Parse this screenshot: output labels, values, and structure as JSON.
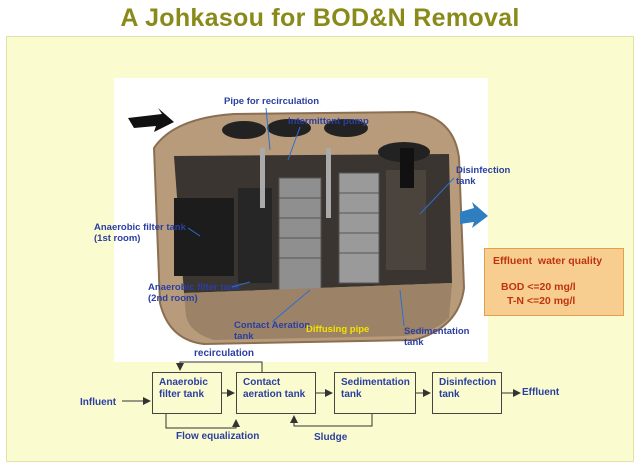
{
  "title": "A Johkasou for BOD&N Removal",
  "labels": {
    "pipe_recirculation": "Pipe for recirculation",
    "intermittent_pump": "Intermittent pump",
    "disinfection_tank": "Disinfection\ntank",
    "anaerobic_1": "Anaerobic filter tank\n(1st room)",
    "anaerobic_2": "Anaerobic filter tank\n(2nd room)",
    "contact_aeration": "Contact Aeration\ntank",
    "diffusing_pipe": "Diffusing pipe",
    "sedimentation": "Sedimentation\ntank"
  },
  "quality": {
    "heading": "Effluent  water quality",
    "bod": "BOD <=20 mg/l",
    "tn": "T-N <=20 mg/l"
  },
  "flow": {
    "influent": "Influent",
    "effluent": "Effluent",
    "recirculation": "recirculation",
    "flow_equalization": "Flow equalization",
    "sludge": "Sludge",
    "boxes": [
      "Anaerobic\nfilter tank",
      "Contact\naeration tank",
      "Sedimentation\ntank",
      "Disinfection\ntank"
    ]
  },
  "colors": {
    "title": "#8a8a1a",
    "panel_bg": "#fbfbd0",
    "label_blue": "#2a3fa0",
    "quality_bg": "#f7ce90",
    "quality_text": "#c0330f"
  }
}
